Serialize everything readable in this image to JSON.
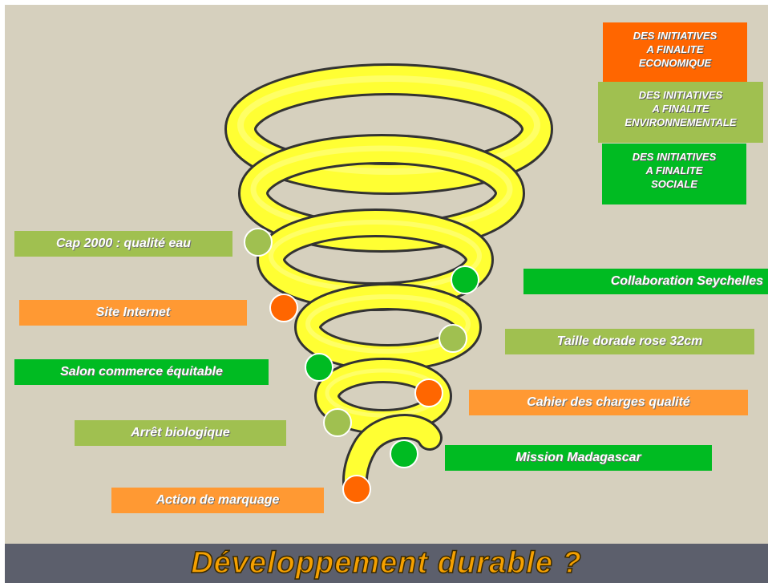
{
  "colors": {
    "economic": "#ff6600",
    "environmental": "#a0c050",
    "social": "#00bb22",
    "label_orange": "#ff9933",
    "label_olive": "#a0c050",
    "label_green": "#00bb22",
    "spiral_yellow": "#ffff33",
    "background": "#d6d0be",
    "footer_bg": "#5c5f6c",
    "footer_text": "#f5a000"
  },
  "legend": [
    {
      "lines": [
        "DES INITIATIVES",
        "A FINALITE",
        "ECONOMIQUE"
      ],
      "color": "#ff6600"
    },
    {
      "lines": [
        "DES INITIATIVES",
        "A FINALITE",
        "ENVIRONNEMENTALE"
      ],
      "color": "#a0c050"
    },
    {
      "lines": [
        "DES INITIATIVES",
        "A FINALITE",
        "SOCIALE"
      ],
      "color": "#00bb22"
    }
  ],
  "initiatives": [
    {
      "text": "Cap 2000 : qualité eau",
      "category": "environmental"
    },
    {
      "text": "Collaboration Seychelles",
      "category": "social"
    },
    {
      "text": "Site Internet",
      "category": "economic"
    },
    {
      "text": "Taille dorade rose 32cm",
      "category": "environmental"
    },
    {
      "text": "Salon commerce équitable",
      "category": "social"
    },
    {
      "text": "Cahier des charges qualité",
      "category": "economic"
    },
    {
      "text": "Arrêt biologique",
      "category": "environmental"
    },
    {
      "text": "Mission Madagascar",
      "category": "social"
    },
    {
      "text": "Action de marquage",
      "category": "economic"
    }
  ],
  "footer": {
    "title": "Développement durable ?"
  }
}
